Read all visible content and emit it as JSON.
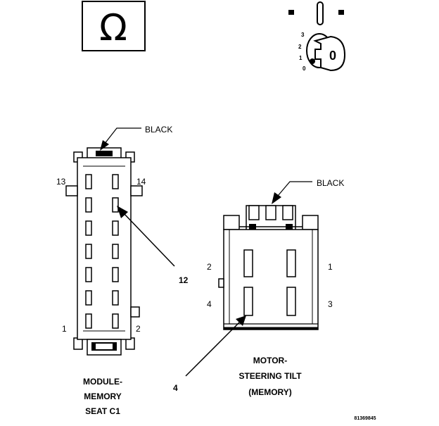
{
  "symbol": {
    "connector_symbol": "Ω",
    "key_digit": "0",
    "key_positions": [
      "3",
      "2",
      "1",
      "0"
    ]
  },
  "left_connector": {
    "color_label": "BLACK",
    "pin_top_left": "13",
    "pin_top_right": "14",
    "pin_bottom_left": "1",
    "pin_bottom_right": "2",
    "callout": "12",
    "name_line1": "MODULE-",
    "name_line2": "MEMORY",
    "name_line3": "SEAT C1"
  },
  "right_connector": {
    "color_label": "BLACK",
    "pin_2": "2",
    "pin_1": "1",
    "pin_4": "4",
    "pin_3": "3",
    "callout": "4",
    "name_line1": "MOTOR-",
    "name_line2": "STEERING TILT",
    "name_line3": "(MEMORY)"
  },
  "figure_id": "81369845"
}
